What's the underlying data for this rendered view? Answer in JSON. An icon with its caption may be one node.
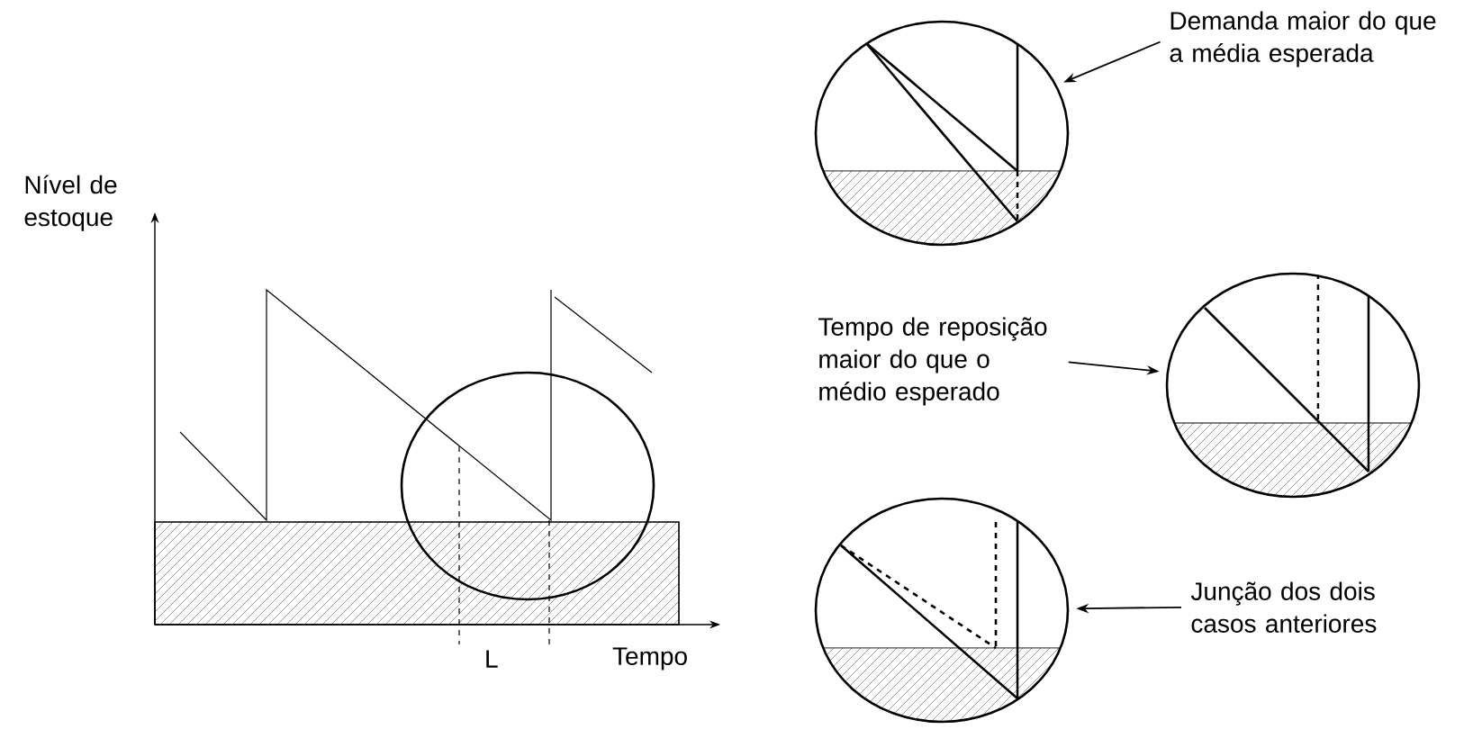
{
  "diagram": {
    "nodes": [
      {
        "text": [],
        "shape": "circle"
      },
      {
        "text": [
          "Demanda maior do que a média esperada"
        ]
      },
      {
        "text": [
          "Tempo de reposição maior do que o médio esperado"
        ]
      },
      {
        "text": [],
        "shape": "circle"
      },
      {
        "text": [],
        "shape": "circle"
      },
      {
        "text": [
          "Junção dos dois casos anteriores"
        ]
      }
    ],
    "edges": [
      {
        "from": 1,
        "to": 0,
        "arrow": "to"
      },
      {
        "from": 2,
        "to": 3,
        "arrow": "to"
      },
      {
        "from": 5,
        "to": 4,
        "arrow": "to"
      }
    ],
    "labels": [
      "Nível de estoque",
      "L",
      "Tempo"
    ]
  }
}
